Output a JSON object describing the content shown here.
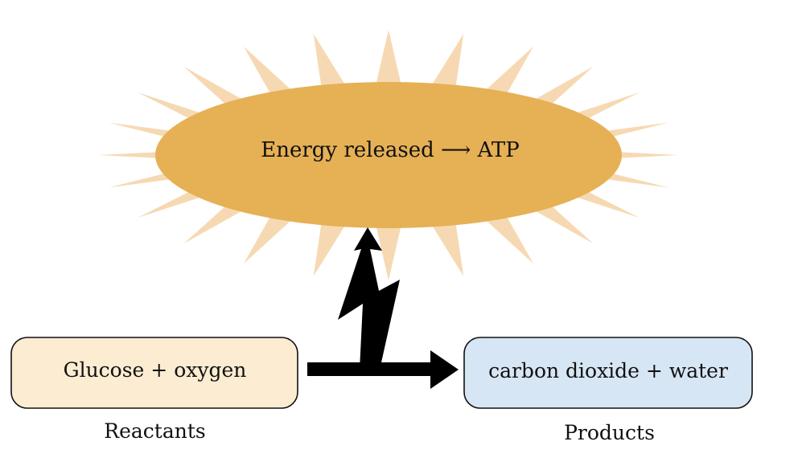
{
  "energy": {
    "label": "Energy released ⟶ ATP",
    "fill_color": "#E6B055",
    "ray_color": "#F6D9B2"
  },
  "reactants": {
    "label": "Glucose + oxygen",
    "caption": "Reactants",
    "fill_color": "#FBECD2"
  },
  "products": {
    "label": "carbon dioxide + water",
    "caption": "Products",
    "fill_color": "#D7E6F4"
  },
  "arrow_color": "#000000"
}
